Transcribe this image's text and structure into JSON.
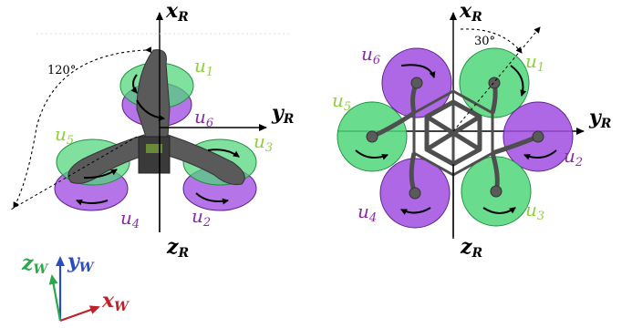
{
  "colors": {
    "green": "#4fd67a",
    "green_stroke": "#1f8f3e",
    "purple": "#a04de0",
    "purple_stroke": "#5e1f8c",
    "green_text": "#8ed13c",
    "purple_text": "#8a2ca8",
    "frame": "#555555",
    "world_x": "#c0202a",
    "world_y": "#2a4cc0",
    "world_z": "#2aa84c"
  },
  "left": {
    "axis_x": "x",
    "axis_x_sub": "R",
    "axis_y": "y",
    "axis_y_sub": "R",
    "axis_z": "z",
    "axis_z_sub": "R",
    "angle": "120°",
    "rotors": [
      {
        "u": "u",
        "n": "1"
      },
      {
        "u": "u",
        "n": "2"
      },
      {
        "u": "u",
        "n": "3"
      },
      {
        "u": "u",
        "n": "4"
      },
      {
        "u": "u",
        "n": "5"
      },
      {
        "u": "u",
        "n": "6"
      }
    ]
  },
  "right": {
    "axis_x": "x",
    "axis_x_sub": "R",
    "axis_y": "y",
    "axis_y_sub": "R",
    "axis_z": "z",
    "axis_z_sub": "R",
    "angle": "30°",
    "rotors": [
      {
        "u": "u",
        "n": "1"
      },
      {
        "u": "u",
        "n": "2"
      },
      {
        "u": "u",
        "n": "3"
      },
      {
        "u": "u",
        "n": "4"
      },
      {
        "u": "u",
        "n": "5"
      },
      {
        "u": "u",
        "n": "6"
      }
    ]
  },
  "world": {
    "x": "x",
    "x_sub": "W",
    "y": "y",
    "y_sub": "W",
    "z": "z",
    "z_sub": "W"
  }
}
